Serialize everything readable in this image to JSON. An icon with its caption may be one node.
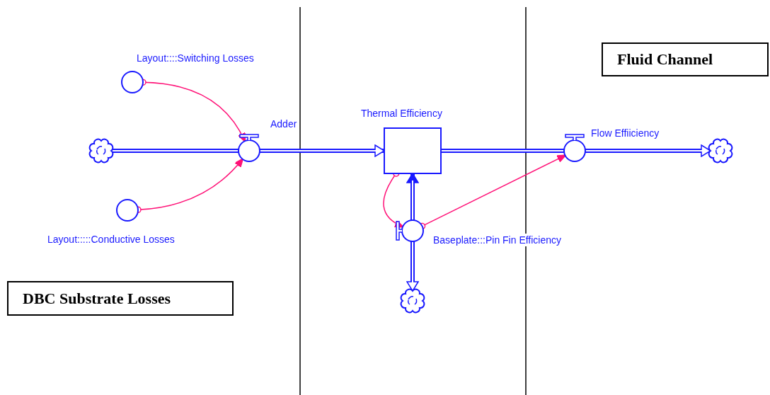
{
  "diagram": {
    "nodes": [
      {
        "text": [
          "Layout::::Switching Losses"
        ]
      },
      {
        "text": [
          "Fluid Channel"
        ]
      },
      {
        "text": [
          "Thermal Efficiency"
        ]
      },
      {
        "text": [
          "Adder"
        ]
      },
      {
        "text": [
          "Flow Effiiciency"
        ]
      },
      {
        "text": [],
        "shape": "cloud"
      },
      {
        "text": [],
        "shape": "cloud"
      },
      {
        "text": [
          "Layout:::::Conductive Losses"
        ]
      },
      {
        "text": [
          "Baseplate:::Pin Fin Efficiency"
        ]
      },
      {
        "text": [],
        "shape": "cloud"
      },
      {
        "text": [
          "DBC Substrate Losses"
        ]
      }
    ],
    "edges": [
      {
        "from": 5,
        "to": 3,
        "arrow": "none"
      },
      {
        "from": 3,
        "to": 2,
        "arrow": "to"
      },
      {
        "from": 2,
        "to": 4,
        "arrow": "none"
      },
      {
        "from": 4,
        "to": 6,
        "arrow": "to"
      },
      {
        "from": 8,
        "to": 2,
        "arrow": "to"
      },
      {
        "from": 8,
        "to": 9,
        "arrow": "to"
      },
      {
        "from": 0,
        "to": 3,
        "arrow": "to",
        "color": "#ff1177"
      },
      {
        "from": 7,
        "to": 3,
        "arrow": "to",
        "color": "#ff1177"
      },
      {
        "from": 2,
        "to": 8,
        "arrow": "to",
        "color": "#ff1177"
      },
      {
        "from": 8,
        "to": 4,
        "arrow": "to",
        "color": "#ff1177"
      }
    ]
  }
}
